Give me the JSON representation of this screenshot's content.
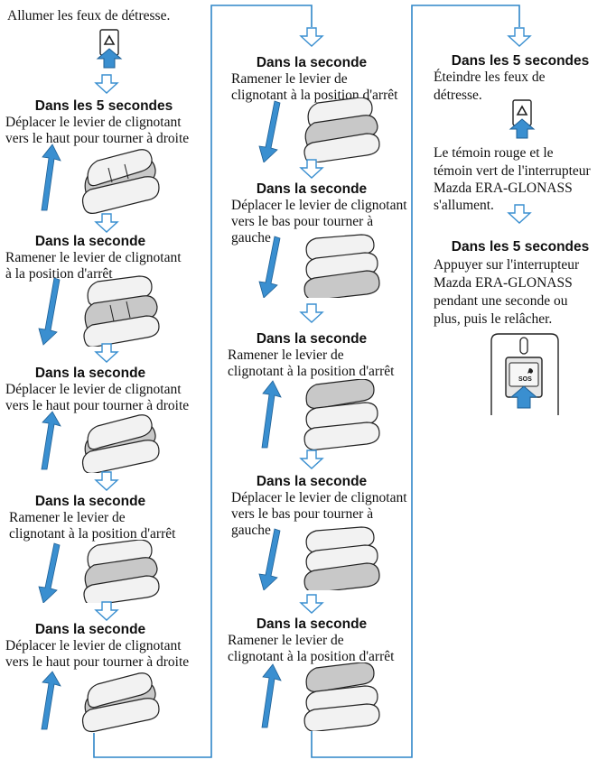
{
  "colors": {
    "flow_line": "#2f86c8",
    "arrow_fill": "#3a8fd0",
    "down_arrow": "#3a8fd0",
    "lever_dark": "#c8c8c8",
    "lever_light": "#f2f2f2"
  },
  "col1": {
    "intro": "Allumer les feux de détresse.",
    "steps": [
      {
        "heading": "Dans les 5 secondes",
        "lines": [
          "Déplacer le levier de clignotant",
          "vers le haut pour tourner à droite"
        ]
      },
      {
        "heading": "Dans la seconde",
        "lines": [
          "Ramener le levier de clignotant",
          "à la position d'arrêt"
        ]
      },
      {
        "heading": "Dans la seconde",
        "lines": [
          "Déplacer le levier de clignotant",
          "vers le haut pour tourner à droite"
        ]
      },
      {
        "heading": "Dans la seconde",
        "lines": [
          "Ramener le levier de",
          "clignotant à la position d'arrêt"
        ]
      },
      {
        "heading": "Dans la seconde",
        "lines": [
          "Déplacer le levier de clignotant",
          "vers le haut pour tourner à droite"
        ]
      }
    ]
  },
  "col2": {
    "steps": [
      {
        "heading": "Dans la seconde",
        "lines": [
          "Ramener le levier de",
          "clignotant à la position d'arrêt"
        ]
      },
      {
        "heading": "Dans la seconde",
        "lines": [
          "Déplacer le levier de clignotant",
          "vers le bas pour tourner à",
          "gauche"
        ]
      },
      {
        "heading": "Dans la seconde",
        "lines": [
          "Ramener le levier de",
          "clignotant à la position d'arrêt"
        ]
      },
      {
        "heading": "Dans la seconde",
        "lines": [
          "Déplacer le levier de clignotant",
          "vers le bas pour tourner à",
          "gauche"
        ]
      },
      {
        "heading": "Dans la seconde",
        "lines": [
          "Ramener le levier de",
          "clignotant à la position d'arrêt"
        ]
      }
    ]
  },
  "col3": {
    "step1": {
      "heading": "Dans les 5 secondes",
      "lines": [
        "Éteindre les feux de",
        "détresse."
      ]
    },
    "result": [
      "Le témoin rouge et le",
      "témoin vert de l'interrupteur",
      "Mazda ERA-GLONASS",
      "s'allument."
    ],
    "step2": {
      "heading": "Dans les 5 secondes",
      "lines": [
        "Appuyer sur l'interrupteur",
        "Mazda ERA-GLONASS",
        "pendant une seconde ou",
        "plus, puis le relâcher."
      ]
    },
    "sos_label": "SOS"
  },
  "icons": [
    "hazard-switch-icon",
    "press-arrow-icon",
    "down-flow-arrow-icon",
    "lever-up-arrow-icon",
    "lever-down-arrow-icon",
    "turn-signal-lever-icon",
    "sos-switch-icon"
  ]
}
